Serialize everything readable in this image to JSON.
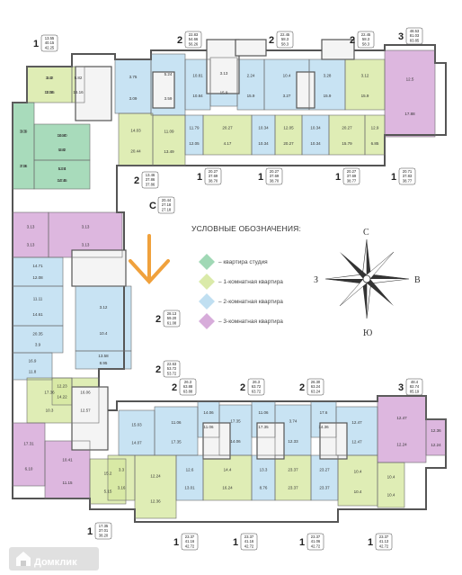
{
  "legend": {
    "title": "УСЛОВНЫЕ ОБОЗНАЧЕНИЯ:",
    "items": [
      {
        "label": "– квартира студия",
        "color": "#8fd1a8"
      },
      {
        "label": "– 1-комнатная квартира",
        "color": "#d6e8a0"
      },
      {
        "label": "– 2-комнатная квартира",
        "color": "#b9dbef"
      },
      {
        "label": "– 3-комнатная квартира",
        "color": "#d3a3d6"
      }
    ]
  },
  "compass": {
    "north": "С",
    "south": "Ю",
    "west": "З",
    "east": "В"
  },
  "watermark": "Домклик",
  "colors": {
    "studio": "#8fd1a8",
    "one": "#d6e8a0",
    "two": "#b9dbef",
    "three": "#d3a3d6",
    "wall": "#555555",
    "arrow": "#f0a13c"
  },
  "tags": [
    {
      "rooms": "1",
      "lines": [
        "13.55",
        "40.15",
        "42.25"
      ]
    },
    {
      "rooms": "2",
      "lines": [
        "22.83",
        "54.66",
        "56.26"
      ]
    },
    {
      "rooms": "2",
      "lines": [
        "22.45",
        "58.3",
        "58.3"
      ]
    },
    {
      "rooms": "2",
      "lines": [
        "22.45",
        "58.3",
        "58.3"
      ]
    },
    {
      "rooms": "3",
      "lines": [
        "48.53",
        "81.03",
        "83.85"
      ]
    },
    {
      "rooms": "2",
      "lines": [
        "13.46",
        "37.86",
        "37.86"
      ]
    },
    {
      "rooms": "1",
      "lines": [
        "20.27",
        "37.69",
        "38.70"
      ]
    },
    {
      "rooms": "1",
      "lines": [
        "20.27",
        "37.69",
        "38.70"
      ]
    },
    {
      "rooms": "1",
      "lines": [
        "20.27",
        "37.69",
        "38.77"
      ]
    },
    {
      "rooms": "1",
      "lines": [
        "20.71",
        "37.83",
        "38.77"
      ]
    },
    {
      "rooms": "C",
      "lines": [
        "20.44",
        "27.18",
        "27.18"
      ]
    },
    {
      "rooms": "2",
      "lines": [
        "28.13",
        "59.20",
        "61.08"
      ]
    },
    {
      "rooms": "2",
      "lines": [
        "22.63",
        "53.72",
        "53.72"
      ]
    },
    {
      "rooms": "2",
      "lines": [
        "26.3",
        "63.88",
        "63.88"
      ]
    },
    {
      "rooms": "2",
      "lines": [
        "26.3",
        "63.72",
        "63.72"
      ]
    },
    {
      "rooms": "2",
      "lines": [
        "26.30",
        "63.24",
        "63.24"
      ]
    },
    {
      "rooms": "3",
      "lines": [
        "48.4",
        "82.74",
        "85.19"
      ]
    },
    {
      "rooms": "1",
      "lines": [
        "17.35",
        "37.01",
        "38.20"
      ]
    },
    {
      "rooms": "1",
      "lines": [
        "23.37",
        "41.16",
        "42.72"
      ]
    },
    {
      "rooms": "1",
      "lines": [
        "23.37",
        "41.16",
        "42.72"
      ]
    },
    {
      "rooms": "1",
      "lines": [
        "23.37",
        "41.06",
        "42.72"
      ]
    },
    {
      "rooms": "1",
      "lines": [
        "23.37",
        "41.13",
        "42.72"
      ]
    }
  ],
  "room_labels": [
    "3.42",
    "13.55",
    "3.09",
    "7.9",
    "14.40",
    "5.82",
    "5.24",
    "14.45",
    "5.82",
    "16.16",
    "3.75",
    "3.09",
    "5.24",
    "3.59",
    "10.81",
    "10.84",
    "3.13",
    "15.9",
    "2.24",
    "15.9",
    "10.4",
    "3.27",
    "3.28",
    "15.9",
    "3.12",
    "15.9",
    "12.5",
    "17.88",
    "11.09",
    "13.49",
    "11.79",
    "12.05",
    "20.27",
    "4.17",
    "10.34",
    "10.34",
    "12.05",
    "20.27",
    "10.34",
    "10.34",
    "20.27",
    "15.79",
    "12.9",
    "6.85",
    "14.03",
    "20.44",
    "3.13",
    "3.13",
    "3.13",
    "3.13",
    "14.71",
    "12.08",
    "11.11",
    "14.61",
    "20.35",
    "3.9",
    "3.12",
    "10.4",
    "13.58",
    "8.95",
    "16.9",
    "11.8",
    "17.36",
    "10.3",
    "12.23",
    "14.22",
    "16.06",
    "12.57",
    "17.31",
    "6.10",
    "10.41",
    "11.15",
    "15.2",
    "5.15",
    "15.03",
    "14.07",
    "11.06",
    "17.35",
    "14.06",
    "11.06",
    "17.35",
    "14.06",
    "11.06",
    "17.35",
    "3.74",
    "12.33",
    "17.6",
    "14.36",
    "12.47",
    "12.47",
    "12.47",
    "12.24",
    "12.36",
    "12.24",
    "12.24",
    "12.36",
    "12.6",
    "13.01",
    "14.4",
    "16.24",
    "13.3",
    "8.76",
    "23.37",
    "23.37",
    "23.27",
    "23.37",
    "10.4",
    "10.4",
    "10.4",
    "10.4",
    "3.3",
    "3.16",
    "3.3",
    "3.16",
    "3.3",
    "3.16",
    "3.64",
    "3.4",
    "12.8",
    "17.6"
  ]
}
